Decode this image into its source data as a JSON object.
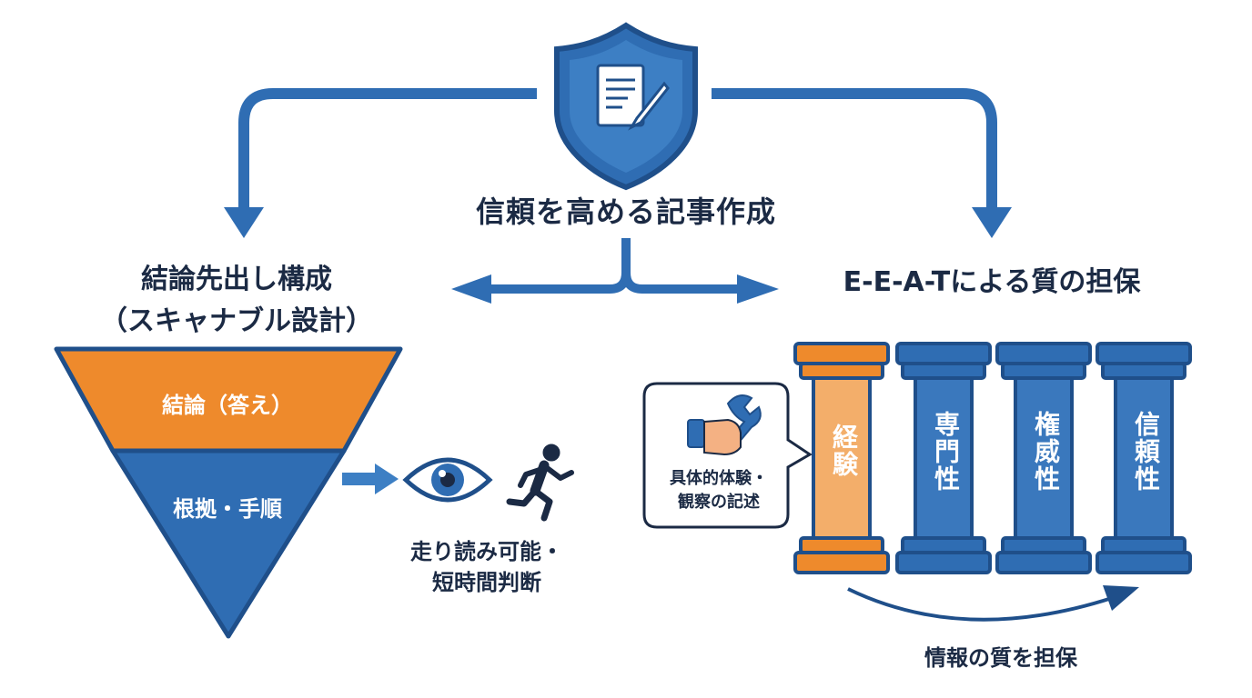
{
  "center": {
    "title": "信頼を高める記事作成",
    "icon": "shield-document-icon"
  },
  "left": {
    "title_line1": "結論先出し構成",
    "title_line2": "（スキャナブル設計）",
    "funnel_top": "結論（答え）",
    "funnel_bottom": "根拠・手順",
    "caption_line1": "走り読み可能・",
    "caption_line2": "短時間判断",
    "icons": [
      "arrow-right-icon",
      "eye-icon",
      "running-person-icon"
    ]
  },
  "right": {
    "title": "E-E-A-Tによる質の担保",
    "pillars": [
      {
        "label": "経験",
        "highlight": true
      },
      {
        "label": "専門性",
        "highlight": false
      },
      {
        "label": "権威性",
        "highlight": false
      },
      {
        "label": "信頼性",
        "highlight": false
      }
    ],
    "callout_line1": "具体的体験・",
    "callout_line2": "観察の記述",
    "callout_icon": "hand-wrench-icon",
    "bottom_caption": "情報の質を担保"
  },
  "colors": {
    "blue": "#2f6db3",
    "dark_blue": "#1f4f8a",
    "orange": "#ee8a2c",
    "light_orange": "#f3ae6a",
    "text": "#1b2a44"
  }
}
